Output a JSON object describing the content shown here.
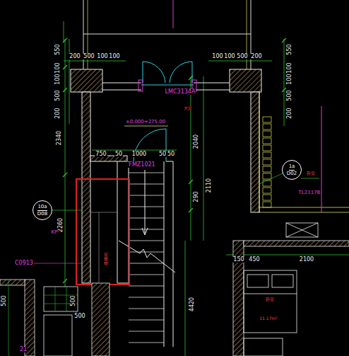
{
  "diagram": {
    "nodes": [
      {
        "text": [
          "10a",
          "D08"
        ]
      },
      {
        "text": [
          "1a",
          "D02"
        ]
      }
    ],
    "labels": [
      "550",
      "100",
      "100",
      "500",
      "200",
      "200",
      "500",
      "100",
      "100",
      "100",
      "100",
      "500",
      "200",
      "550",
      "100",
      "100",
      "500",
      "200",
      "2340",
      "2260",
      "LMC3134A",
      "大堂",
      "±0.000=275.00",
      "750",
      "50",
      "1000",
      "50",
      "50",
      "FMZ1021",
      "2040",
      "290",
      "2110",
      "4420",
      "KP",
      "C0913",
      "楼梯间",
      "TL2117B",
      "卧室",
      "150",
      "450",
      "2100",
      "卧室",
      "11.17m²",
      "500",
      "500",
      "500",
      "21"
    ]
  }
}
